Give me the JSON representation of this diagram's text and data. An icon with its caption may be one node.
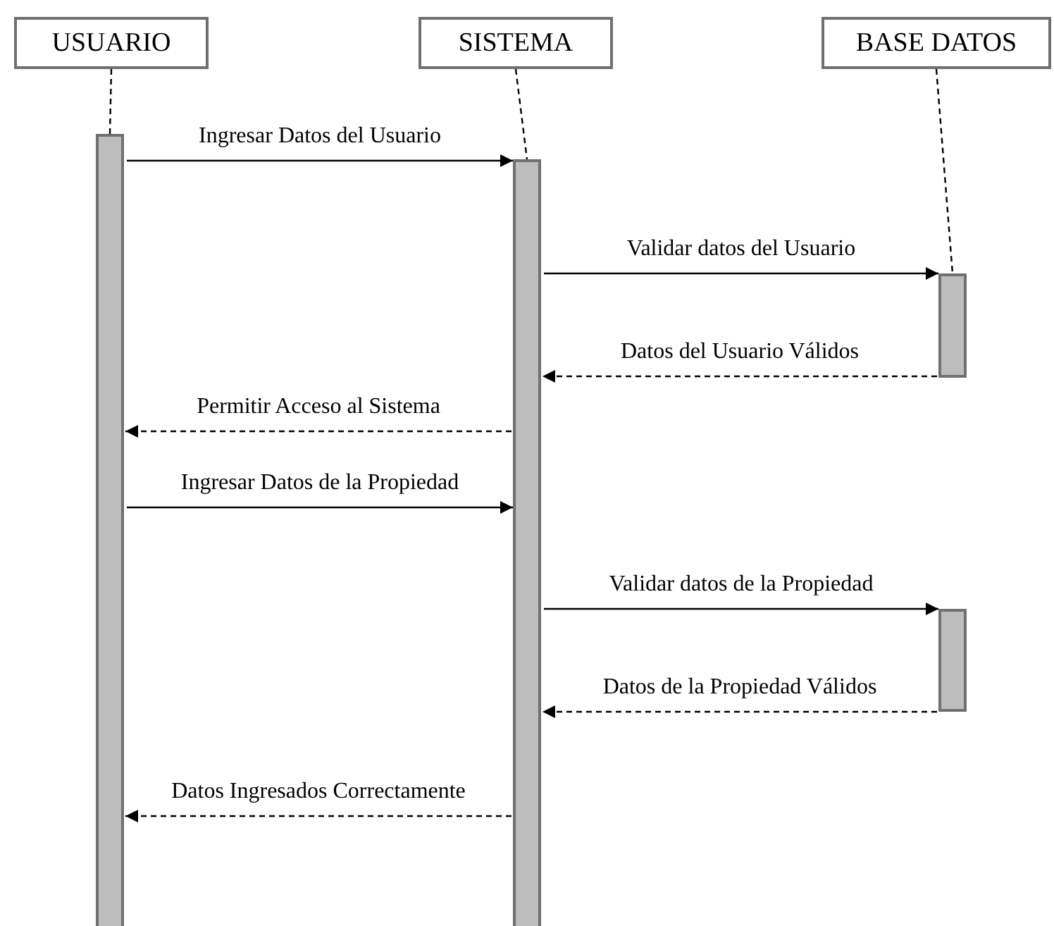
{
  "diagram": {
    "nodes": [
      {
        "text": [
          "USUARIO"
        ]
      },
      {
        "text": [
          "SISTEMA"
        ]
      },
      {
        "text": [
          "BASE DATOS"
        ]
      },
      {
        "text": [],
        "shape": "bar"
      },
      {
        "text": [],
        "shape": "bar"
      },
      {
        "text": [],
        "shape": "bar"
      },
      {
        "text": [],
        "shape": "bar"
      }
    ],
    "edges": [
      {
        "from": 0,
        "to": 3,
        "arrow": "none",
        "style": "dashed"
      },
      {
        "from": 1,
        "to": 4,
        "arrow": "none",
        "style": "dashed"
      },
      {
        "from": 2,
        "to": 5,
        "arrow": "none",
        "style": "dashed"
      },
      {
        "from": 3,
        "to": 4,
        "arrow": "to",
        "label": "Ingresar Datos del Usuario"
      },
      {
        "from": 4,
        "to": 5,
        "arrow": "to",
        "label": "Validar datos del Usuario"
      },
      {
        "from": 5,
        "to": 4,
        "arrow": "to",
        "label": "Datos del Usuario Válidos",
        "style": "dashed"
      },
      {
        "from": 4,
        "to": 3,
        "arrow": "to",
        "label": "Permitir Acceso al Sistema",
        "style": "dashed"
      },
      {
        "from": 3,
        "to": 4,
        "arrow": "to",
        "label": "Ingresar Datos de la Propiedad"
      },
      {
        "from": 4,
        "to": 6,
        "arrow": "to",
        "label": "Validar datos de la Propiedad"
      },
      {
        "from": 6,
        "to": 4,
        "arrow": "to",
        "label": "Datos de la Propiedad Válidos",
        "style": "dashed"
      },
      {
        "from": 4,
        "to": 3,
        "arrow": "to",
        "label": "Datos Ingresados Correctamente",
        "style": "dashed"
      }
    ]
  }
}
